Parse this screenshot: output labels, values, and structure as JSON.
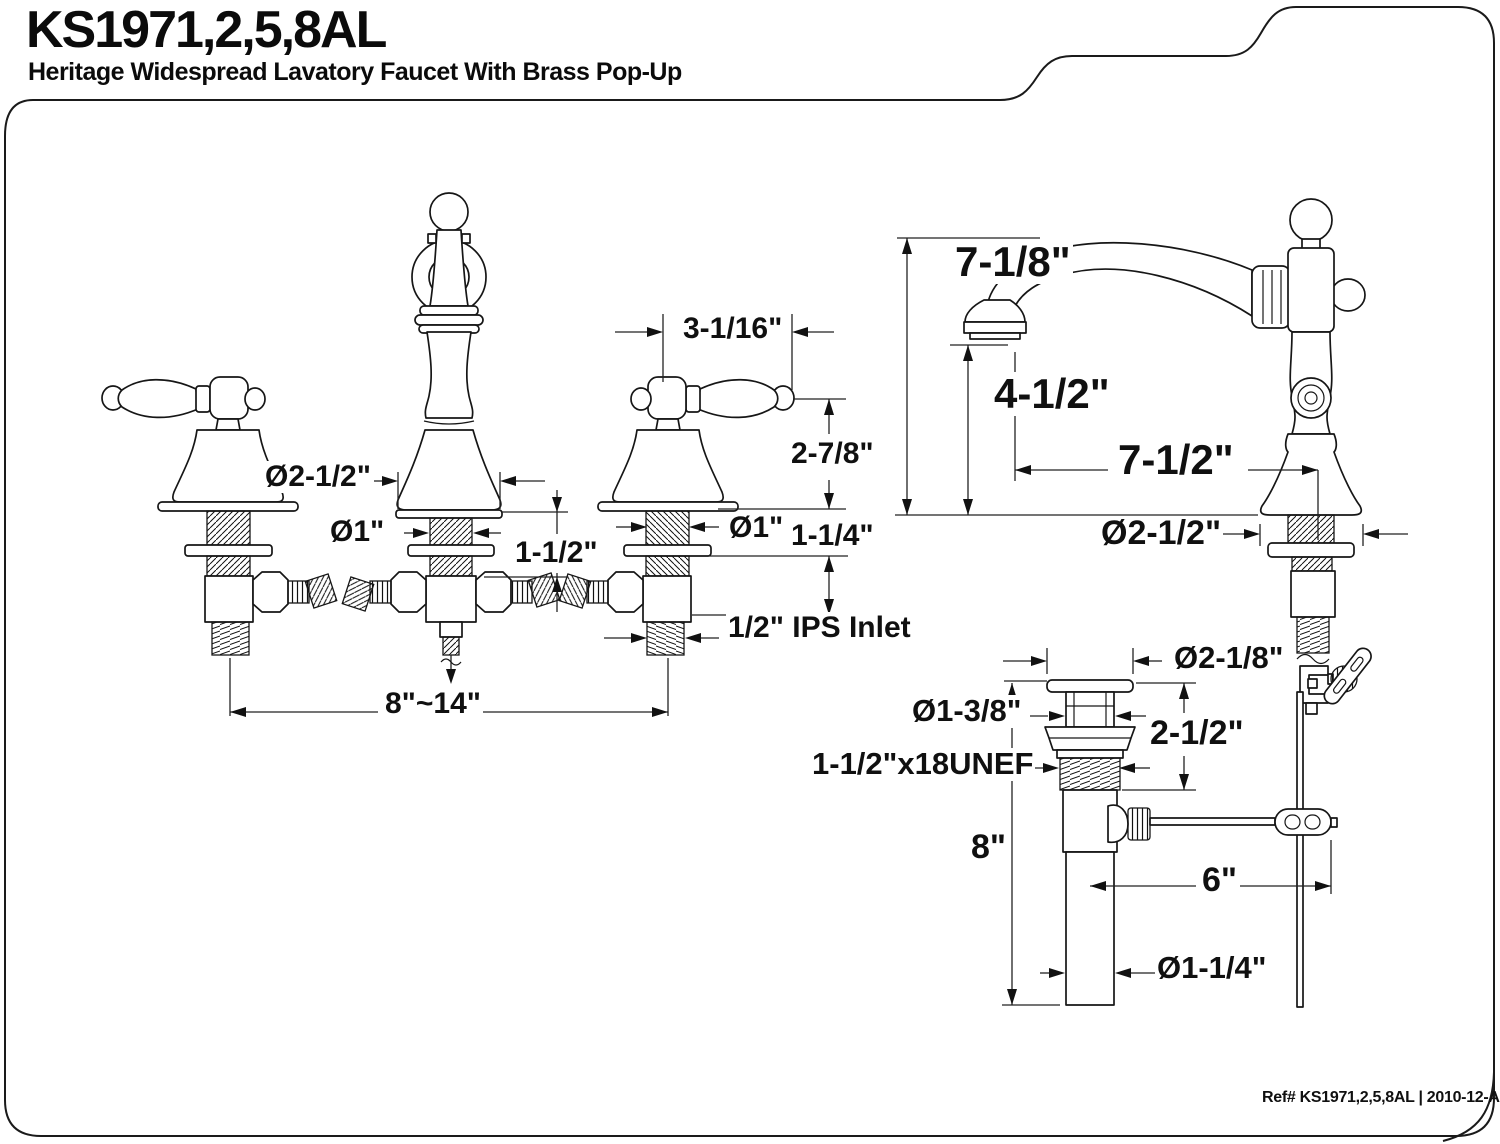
{
  "header": {
    "title": "KS1971,2,5,8AL",
    "subtitle": "Heritage Widespread Lavatory Faucet With Brass Pop-Up"
  },
  "front_view": {
    "dims": {
      "base_diameter": "Ø2-1/2\"",
      "spout_shank_diameter": "Ø1\"",
      "deck_thickness": "1-1/2\"",
      "handle_width": "3-1/16\"",
      "handle_height": "2-7/8\"",
      "handle_shank_diameter": "Ø1\"",
      "shank_below_deck": "1-1/4\"",
      "inlet": "1/2\" IPS Inlet",
      "spread": "8\"~14\""
    }
  },
  "side_view": {
    "dims": {
      "overall_height": "7-1/8\"",
      "spout_height": "4-1/2\"",
      "spout_reach": "7-1/2\"",
      "base_diameter": "Ø2-1/2\""
    }
  },
  "popup_drain": {
    "dims": {
      "flange_diameter": "Ø2-1/8\"",
      "plug_diameter": "Ø1-3/8\"",
      "flange_to_thread_height": "2-1/2\"",
      "thread_spec": "1-1/2\"x18UNEF",
      "overall_height": "8\"",
      "pivot_rod_length": "6\"",
      "tailpiece_diameter": "Ø1-1/4\""
    }
  },
  "footer": {
    "ref": "Ref# KS1971,2,5,8AL | 2010-12-A"
  }
}
